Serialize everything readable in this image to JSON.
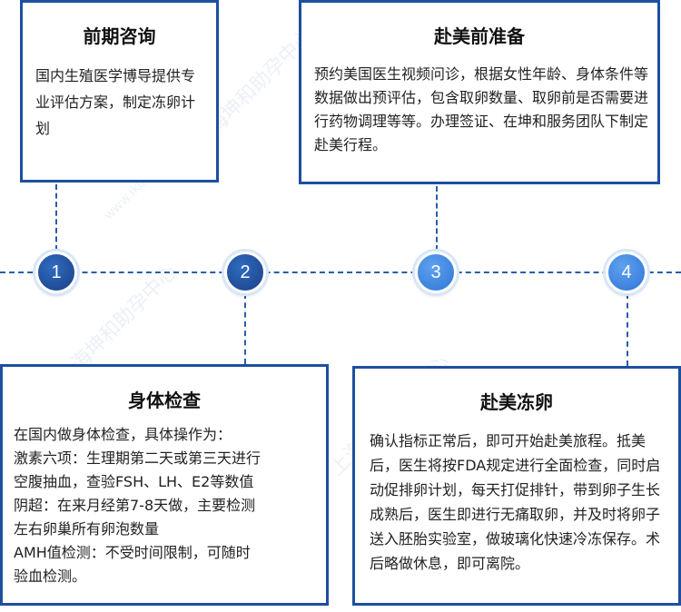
{
  "cards": {
    "consult": {
      "title": "前期咨询",
      "body": "国内生殖医学博导提供专业评估方案，制定冻卵计划"
    },
    "prep": {
      "title": "赴美前准备",
      "body": "预约美国医生视频问诊，根据女性年龄、身体条件等数据做出预评估，包含取卵数量、取卵前是否需要进行药物调理等等。办理签证、在坤和服务团队下制定赴美行程。"
    },
    "exam": {
      "title": "身体检查",
      "lines": [
        "在国内做身体检查，具体操作为：",
        "激素六项：生理期第二天或第三天进行",
        "空腹抽血，查验FSH、LH、E2等数值",
        "阴超：在来月经第7-8天做，主要检测",
        "左右卵巢所有卵泡数量",
        "AMH值检测：不受时间限制，可随时",
        "验血检测。"
      ]
    },
    "freeze": {
      "title": "赴美冻卵",
      "body": "确认指标正常后，即可开始赴美旅程。抵美后，医生将按FDA规定进行全面检查，同时启动促排卵计划，每天打促排针，带到卵子生长成熟后，医生即进行无痛取卵，并及时将卵子送入胚胎实验室，做玻璃化快速冷冻保存。术后略做休息，即可离院。"
    }
  },
  "steps": [
    "1",
    "2",
    "3",
    "4"
  ],
  "watermark": {
    "site": "www.ikunhe.com",
    "name": "上海坤和助孕中心"
  },
  "colors": {
    "border": "#1d4f9f",
    "node_dark": "#1a3f86",
    "node_light": "#2e74d6",
    "dash": "#2a5da8"
  }
}
